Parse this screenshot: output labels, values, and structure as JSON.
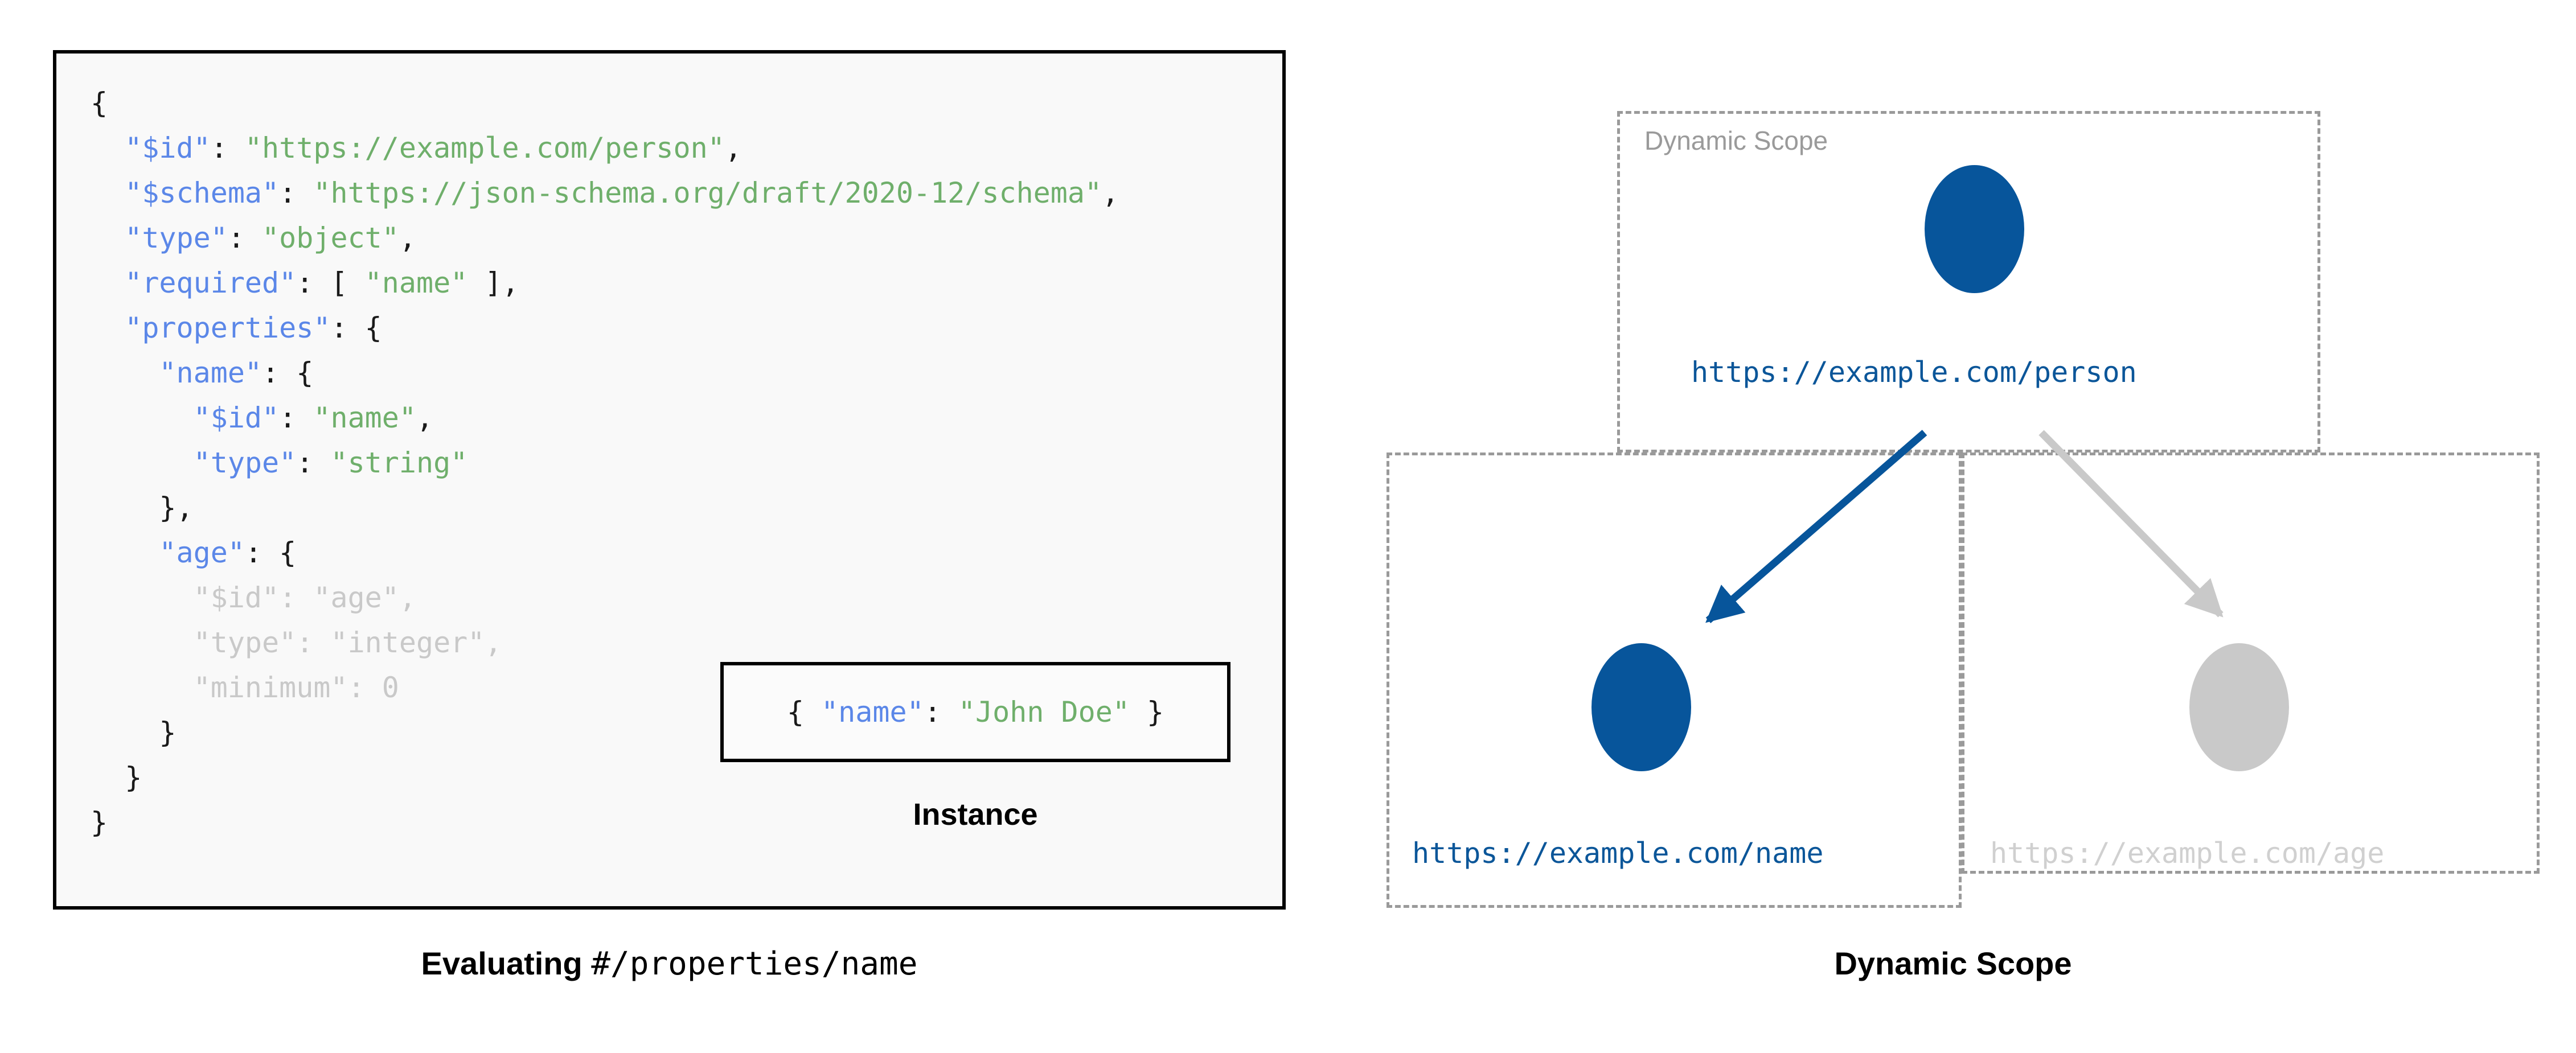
{
  "figure": {
    "left_caption_bold": "Evaluating",
    "left_caption_mono": "#/properties/name",
    "right_caption": "Dynamic Scope"
  },
  "schema_panel": {
    "lines": [
      {
        "indent": 0,
        "tokens": [
          {
            "t": "{",
            "c": "p"
          }
        ]
      },
      {
        "indent": 1,
        "tokens": [
          {
            "t": "\"$id\"",
            "c": "k"
          },
          {
            "t": ": ",
            "c": "p"
          },
          {
            "t": "\"https://example.com/person\"",
            "c": "s"
          },
          {
            "t": ",",
            "c": "p"
          }
        ]
      },
      {
        "indent": 1,
        "tokens": [
          {
            "t": "\"$schema\"",
            "c": "k"
          },
          {
            "t": ": ",
            "c": "p"
          },
          {
            "t": "\"https://json-schema.org/draft/2020-12/schema\"",
            "c": "s"
          },
          {
            "t": ",",
            "c": "p"
          }
        ]
      },
      {
        "indent": 1,
        "tokens": [
          {
            "t": "\"type\"",
            "c": "k"
          },
          {
            "t": ": ",
            "c": "p"
          },
          {
            "t": "\"object\"",
            "c": "s"
          },
          {
            "t": ",",
            "c": "p"
          }
        ]
      },
      {
        "indent": 1,
        "tokens": [
          {
            "t": "\"required\"",
            "c": "k"
          },
          {
            "t": ": [ ",
            "c": "p"
          },
          {
            "t": "\"name\"",
            "c": "s"
          },
          {
            "t": " ],",
            "c": "p"
          }
        ]
      },
      {
        "indent": 1,
        "tokens": [
          {
            "t": "\"properties\"",
            "c": "k"
          },
          {
            "t": ": {",
            "c": "p"
          }
        ]
      },
      {
        "indent": 2,
        "tokens": [
          {
            "t": "\"name\"",
            "c": "k"
          },
          {
            "t": ": {",
            "c": "p"
          }
        ]
      },
      {
        "indent": 3,
        "tokens": [
          {
            "t": "\"$id\"",
            "c": "k"
          },
          {
            "t": ": ",
            "c": "p"
          },
          {
            "t": "\"name\"",
            "c": "s"
          },
          {
            "t": ",",
            "c": "p"
          }
        ]
      },
      {
        "indent": 3,
        "tokens": [
          {
            "t": "\"type\"",
            "c": "k"
          },
          {
            "t": ": ",
            "c": "p"
          },
          {
            "t": "\"string\"",
            "c": "s"
          }
        ]
      },
      {
        "indent": 2,
        "tokens": [
          {
            "t": "},",
            "c": "p"
          }
        ]
      },
      {
        "indent": 2,
        "tokens": [
          {
            "t": "\"age\"",
            "c": "k"
          },
          {
            "t": ": {",
            "c": "p"
          }
        ]
      },
      {
        "indent": 3,
        "tokens": [
          {
            "t": "\"$id\"",
            "c": "dim-k"
          },
          {
            "t": ": ",
            "c": "dim-p"
          },
          {
            "t": "\"age\"",
            "c": "dim-s"
          },
          {
            "t": ",",
            "c": "dim-p"
          }
        ]
      },
      {
        "indent": 3,
        "tokens": [
          {
            "t": "\"type\"",
            "c": "dim-k"
          },
          {
            "t": ": ",
            "c": "dim-p"
          },
          {
            "t": "\"integer\"",
            "c": "dim-s"
          },
          {
            "t": ",",
            "c": "dim-p"
          }
        ]
      },
      {
        "indent": 3,
        "tokens": [
          {
            "t": "\"minimum\"",
            "c": "dim-k"
          },
          {
            "t": ": ",
            "c": "dim-p"
          },
          {
            "t": "0",
            "c": "dim-n"
          }
        ]
      },
      {
        "indent": 2,
        "tokens": [
          {
            "t": "}",
            "c": "p"
          }
        ]
      },
      {
        "indent": 1,
        "tokens": [
          {
            "t": "}",
            "c": "p"
          }
        ]
      },
      {
        "indent": 0,
        "tokens": [
          {
            "t": "}",
            "c": "p"
          }
        ]
      }
    ]
  },
  "instance": {
    "caption": "Instance",
    "tokens": [
      {
        "t": "{ ",
        "c": "p"
      },
      {
        "t": "\"name\"",
        "c": "k"
      },
      {
        "t": ": ",
        "c": "p"
      },
      {
        "t": "\"John Doe\"",
        "c": "s"
      },
      {
        "t": " }",
        "c": "p"
      }
    ]
  },
  "diagram": {
    "scope_label": "Dynamic Scope",
    "nodes": [
      {
        "id": "person",
        "label": "https://example.com/person",
        "state": "active"
      },
      {
        "id": "name",
        "label": "https://example.com/name",
        "state": "active"
      },
      {
        "id": "age",
        "label": "https://example.com/age",
        "state": "inactive"
      }
    ],
    "edges": [
      {
        "from": "person",
        "to": "name",
        "state": "active"
      },
      {
        "from": "person",
        "to": "age",
        "state": "inactive"
      }
    ]
  },
  "colors": {
    "accent_blue": "#07559B",
    "inactive_gray": "#C9C9C9",
    "scope_border": "#9A9A9A",
    "json_key": "#5B87E8",
    "json_string": "#6FAF6B",
    "panel_bg": "#F9F9F9",
    "panel_border": "#000000"
  }
}
